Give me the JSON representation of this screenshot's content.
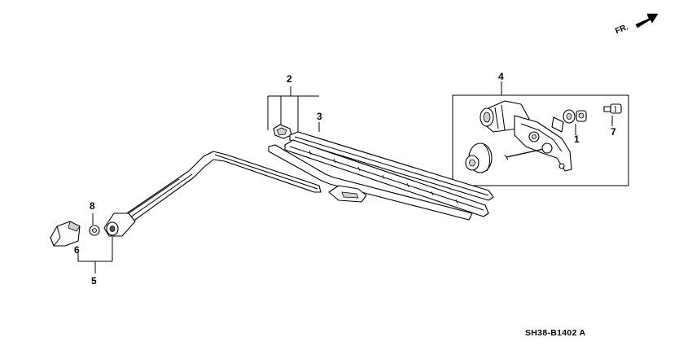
{
  "orientation": {
    "label": "FR."
  },
  "callouts": {
    "c1": "1",
    "c2": "2",
    "c3": "3",
    "c4": "4",
    "c5": "5",
    "c6": "6",
    "c7": "7",
    "c8": "8"
  },
  "diagram_code": "SH38-B1402 A"
}
